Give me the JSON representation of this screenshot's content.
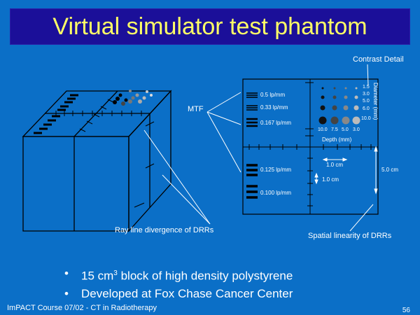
{
  "slide": {
    "title": "Virtual simulator test phantom",
    "labels": {
      "contrast_detail": "Contrast Detail",
      "mtf": "MTF",
      "ray_line": "Ray line divergence of DRRs",
      "spatial_linearity": "Spatial linearity of DRRs",
      "diameter": "Diameter (mm)",
      "depth": "Depth (mm)",
      "lp_0_5": "0.5 lp/mm",
      "lp_0_33": "0.33 lp/mm",
      "lp_0_167": "0.167 lp/mm",
      "lp_0_125": "0.125 lp/mm",
      "lp_0_100": "0.100 lp/mm",
      "cm_1_0_a": "1.0 cm",
      "cm_1_0_b": "1.0 cm",
      "cm_5_0": "5.0 cm",
      "diam_15": "1.5",
      "diam_30": "3.0",
      "diam_50": "5.0",
      "diam_60": "6.0",
      "diam_100": "10.0",
      "depth_100": "10.0",
      "depth_75": "7.5",
      "depth_50": "5.0",
      "depth_30": "3.0"
    },
    "bullets": {
      "b1_pre": "15 cm",
      "b1_sup": "3",
      "b1_post": " block of high density polystyrene",
      "b2": "Developed at Fox Chase Cancer Center",
      "glyph": "•"
    },
    "footer": {
      "left": "ImPACT Course 07/02 -  CT in Radiotherapy",
      "page": "56"
    }
  }
}
